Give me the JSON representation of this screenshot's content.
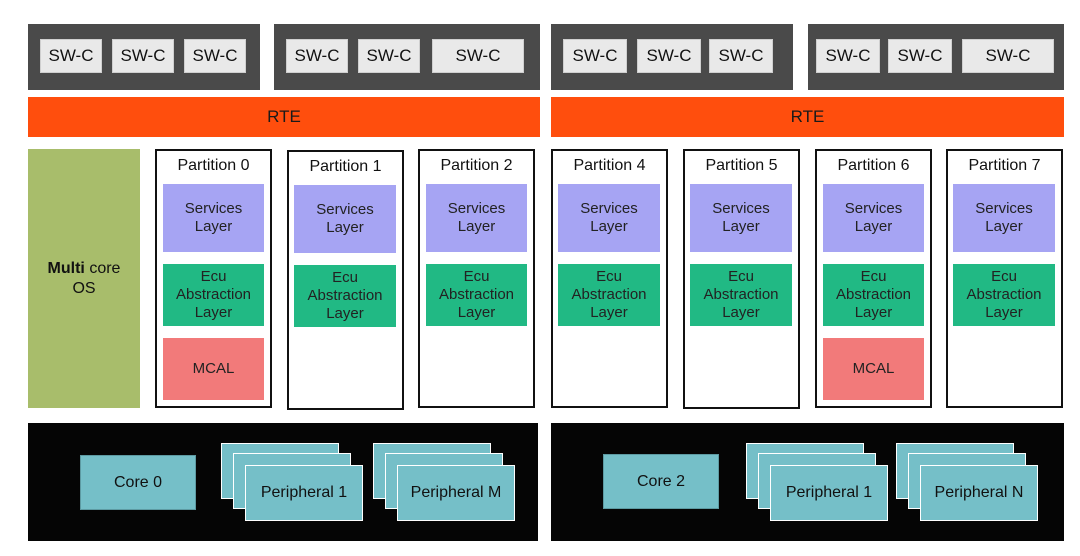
{
  "swc_groups": [
    {
      "items": [
        "SW-C",
        "SW-C",
        "SW-C"
      ]
    },
    {
      "items": [
        "SW-C",
        "SW-C",
        "SW-C"
      ]
    },
    {
      "items": [
        "SW-C",
        "SW-C",
        "SW-C"
      ]
    },
    {
      "items": [
        "SW-C",
        "SW-C",
        "SW-C"
      ]
    }
  ],
  "rte": [
    "RTE",
    "RTE"
  ],
  "os": {
    "bold": "Multi",
    "rest": " core",
    "line2": "OS"
  },
  "partitions": [
    {
      "title": "Partition 0",
      "services": "Services\nLayer",
      "ecu": "Ecu\nAbstraction\nLayer",
      "mcal": "MCAL"
    },
    {
      "title": "Partition 1",
      "services": "Services\nLayer",
      "ecu": "Ecu\nAbstraction\nLayer"
    },
    {
      "title": "Partition 2",
      "services": "Services\nLayer",
      "ecu": "Ecu\nAbstraction\nLayer"
    },
    {
      "title": "Partition 4",
      "services": "Services\nLayer",
      "ecu": "Ecu\nAbstraction\nLayer"
    },
    {
      "title": "Partition 5",
      "services": "Services\nLayer",
      "ecu": "Ecu\nAbstraction\nLayer"
    },
    {
      "title": "Partition 6",
      "services": "Services\nLayer",
      "ecu": "Ecu\nAbstraction\nLayer",
      "mcal": "MCAL"
    },
    {
      "title": "Partition 7",
      "services": "Services\nLayer",
      "ecu": "Ecu\nAbstraction\nLayer"
    }
  ],
  "hardware": [
    {
      "core": "Core 0",
      "peripherals": [
        "Peripheral 1",
        "Peripheral M"
      ]
    },
    {
      "core": "Core 2",
      "peripherals": [
        "Peripheral 1",
        "Peripheral N"
      ]
    }
  ]
}
